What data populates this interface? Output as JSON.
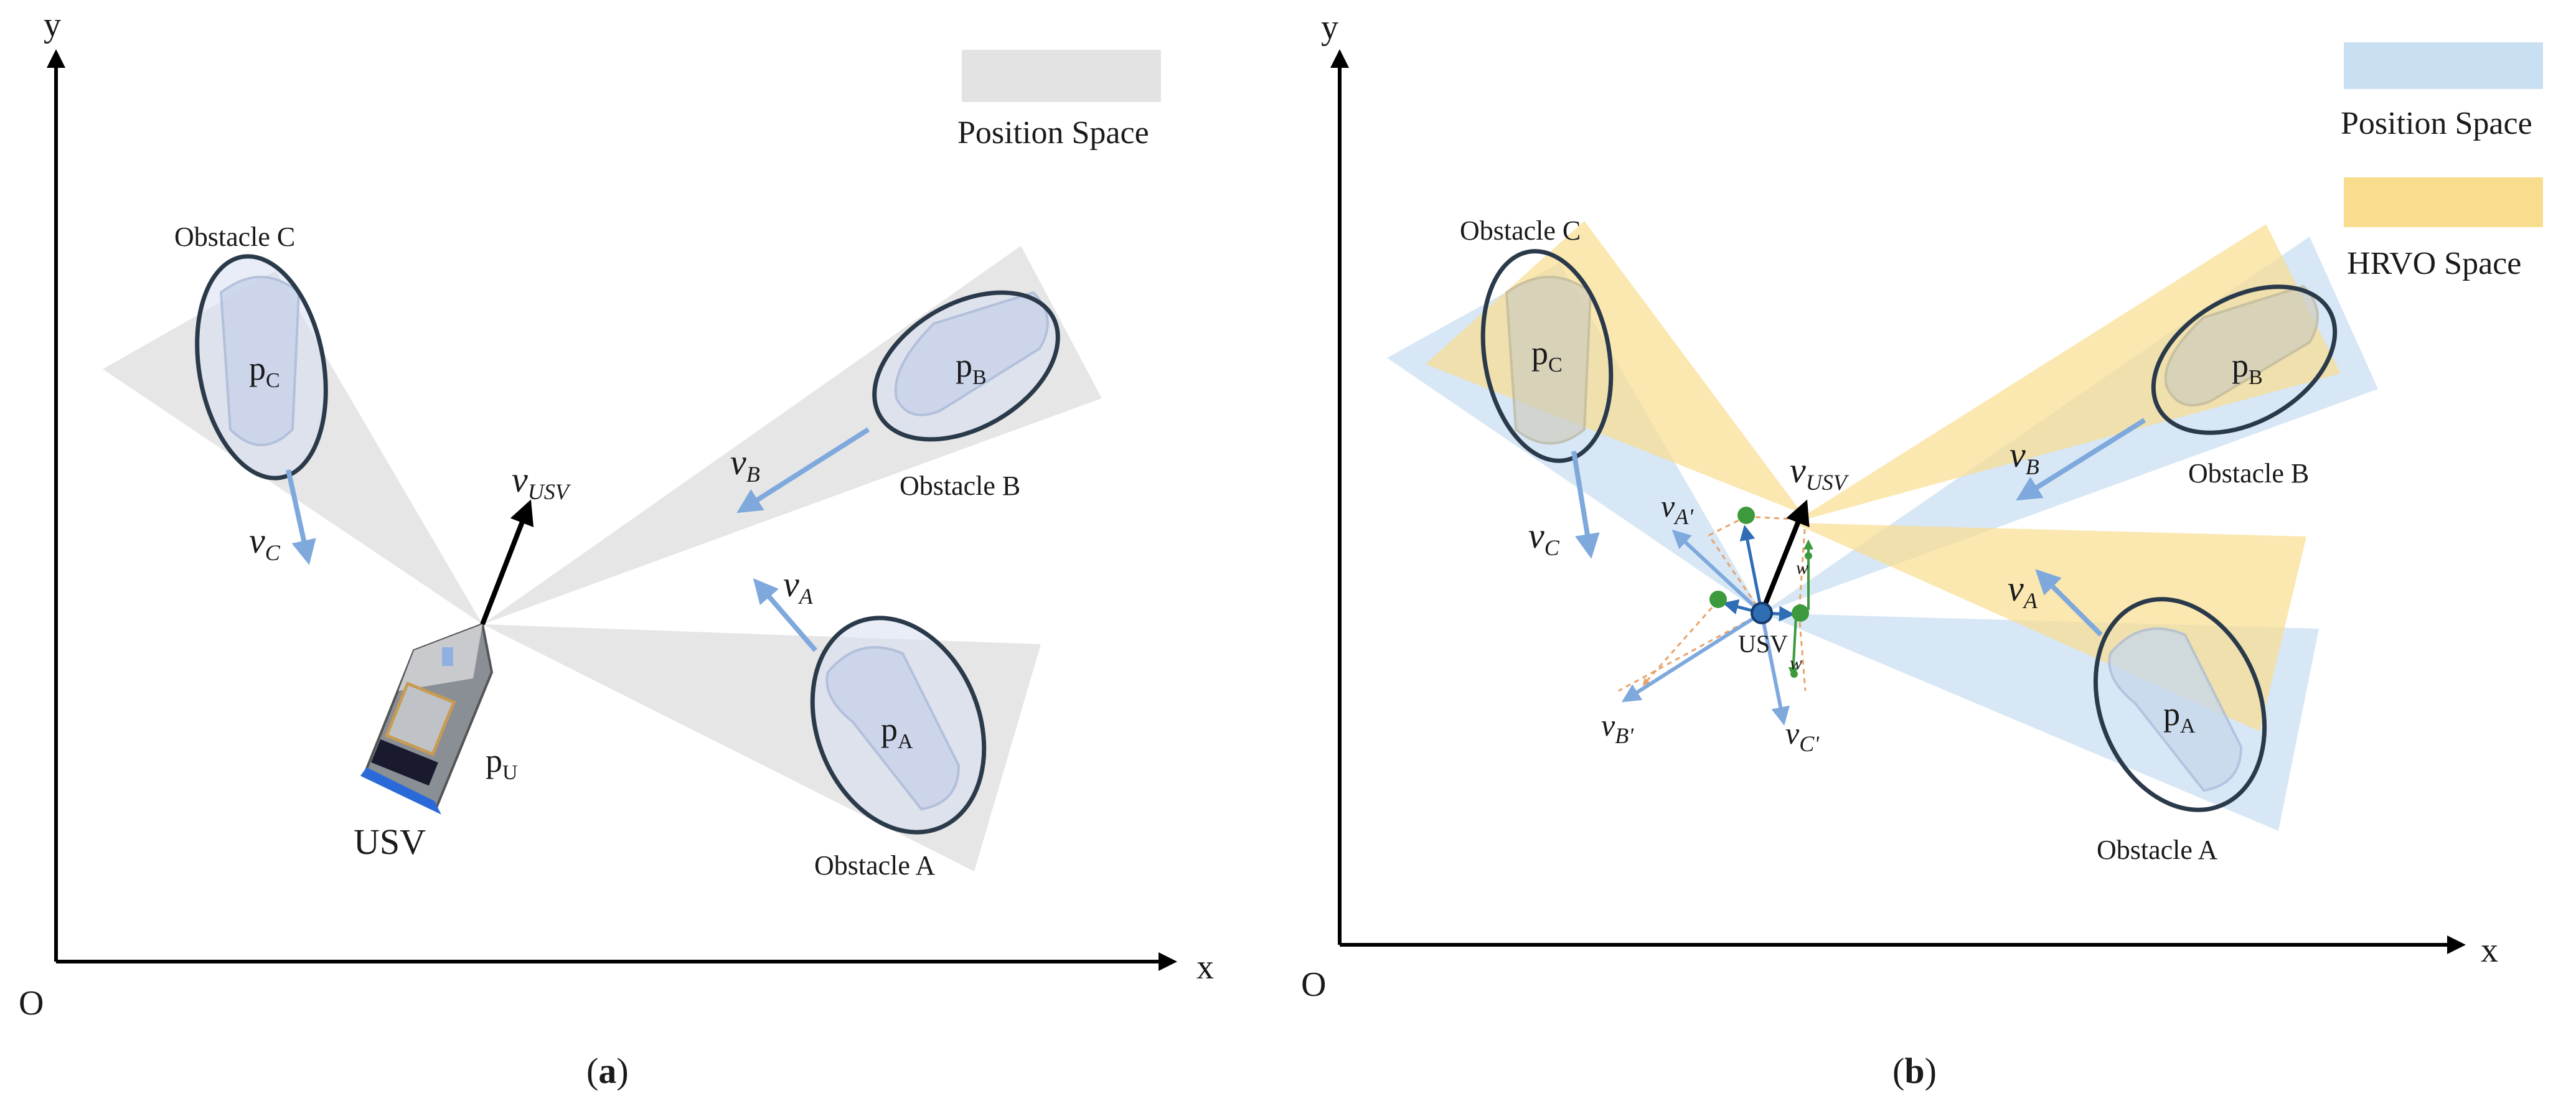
{
  "colors": {
    "axis": "#000000",
    "position_space_a": "#e3e3e3",
    "position_space_b": "#c9dff2",
    "hrvo_space": "#f9dd8f",
    "velocity_arrow": "#7fa9dc",
    "usv_velocity_arrow": "#000000",
    "vessel_outline": "#2b3a4a",
    "candidate_point": "#3c9a3c",
    "usv_node": "#2f6db5"
  },
  "panel_a": {
    "caption": {
      "open": "(",
      "letter": "a",
      "close": ")"
    },
    "axes": {
      "x": "x",
      "y": "y",
      "origin": "O"
    },
    "legend": {
      "position_space": "Position Space"
    },
    "usv": {
      "name": "USV",
      "point": "p",
      "point_sub": "U",
      "velocity": "v",
      "velocity_sub": "USV"
    },
    "obstacles": [
      {
        "id": "A",
        "name": "Obstacle A",
        "point": "p",
        "point_sub": "A",
        "velocity": "v",
        "velocity_sub": "A"
      },
      {
        "id": "B",
        "name": "Obstacle B",
        "point": "p",
        "point_sub": "B",
        "velocity": "v",
        "velocity_sub": "B"
      },
      {
        "id": "C",
        "name": "Obstacle C",
        "point": "p",
        "point_sub": "C",
        "velocity": "v",
        "velocity_sub": "C"
      }
    ]
  },
  "panel_b": {
    "caption": {
      "open": "(",
      "letter": "b",
      "close": ")"
    },
    "axes": {
      "x": "x",
      "y": "y",
      "origin": "O"
    },
    "legend": {
      "position_space": "Position Space",
      "hrvo_space": "HRVO Space"
    },
    "usv": {
      "name": "USV",
      "velocity": "v",
      "velocity_sub": "USV"
    },
    "candidates": [
      {
        "velocity": "v",
        "velocity_sub": "A'"
      },
      {
        "velocity": "v",
        "velocity_sub": "B'"
      },
      {
        "velocity": "v",
        "velocity_sub": "C'"
      }
    ],
    "weight_label": "w",
    "obstacles": [
      {
        "id": "A",
        "name": "Obstacle A",
        "point": "p",
        "point_sub": "A",
        "velocity": "v",
        "velocity_sub": "A"
      },
      {
        "id": "B",
        "name": "Obstacle B",
        "point": "p",
        "point_sub": "B",
        "velocity": "v",
        "velocity_sub": "B"
      },
      {
        "id": "C",
        "name": "Obstacle C",
        "point": "p",
        "point_sub": "C",
        "velocity": "v",
        "velocity_sub": "C"
      }
    ]
  }
}
